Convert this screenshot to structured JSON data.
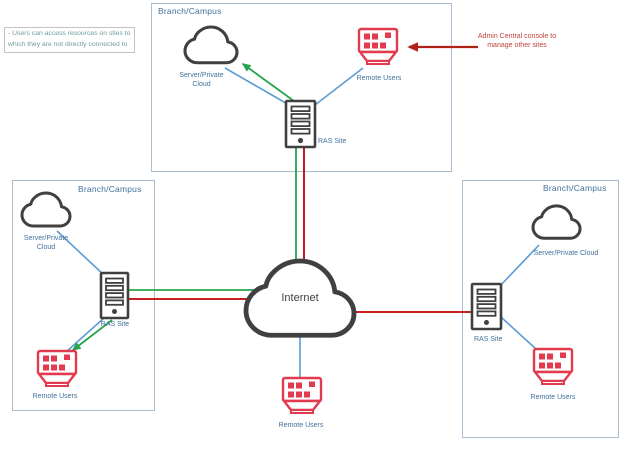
{
  "note": {
    "line1": "- Users can access resources on sties to",
    "line2": "which they are not directly connected to"
  },
  "admin_callout": {
    "line1": "Admin Central console to",
    "line2": "manage other sites"
  },
  "internet": {
    "label": "Internet"
  },
  "standalone_users": {
    "label": "Remote Users"
  },
  "sites": {
    "top": {
      "title": "Branch/Campus",
      "cloud_line1": "Server/Private",
      "cloud_line2": "Cloud",
      "server_label": "RAS Site",
      "users_label": "Remote Users"
    },
    "left": {
      "title": "Branch/Campus",
      "cloud_line1": "Server/Private",
      "cloud_line2": "Cloud",
      "server_label": "RAS Site",
      "users_label": "Remote Users"
    },
    "right": {
      "title": "Branch/Campus",
      "cloud_label": "Server/Private Cloud",
      "server_label": "RAS Site",
      "users_label": "Remote Users"
    }
  },
  "colors": {
    "box_border": "#a8bdd0",
    "blue_text": "#41719c",
    "note_text": "#6d9d9c",
    "icon_gray": "#404040",
    "icon_red": "#e23a4e",
    "line_blue": "#5b9bd5",
    "line_green": "#28a44c",
    "line_red": "#c00000",
    "admin_red": "#bf4138",
    "admin_arrow": "#b02418"
  }
}
